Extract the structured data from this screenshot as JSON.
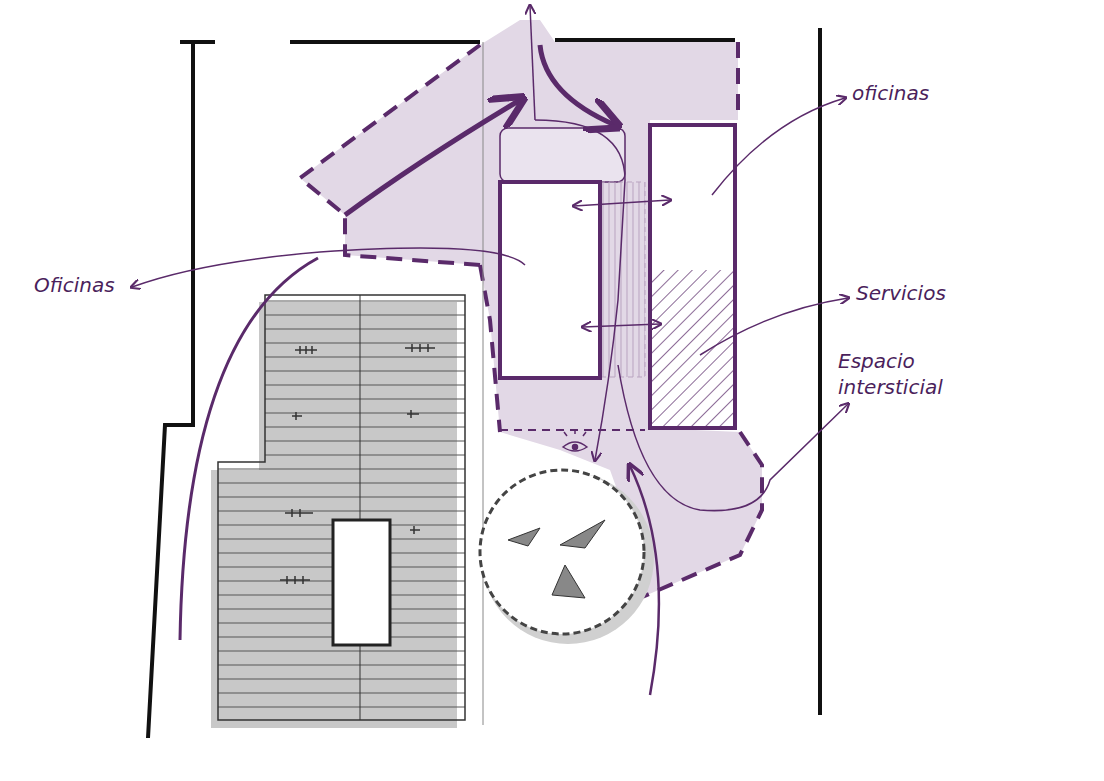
{
  "diagram": {
    "labels": [
      "Oficinas",
      "oficinas",
      "Servicios",
      "Espacio intersticial"
    ]
  }
}
